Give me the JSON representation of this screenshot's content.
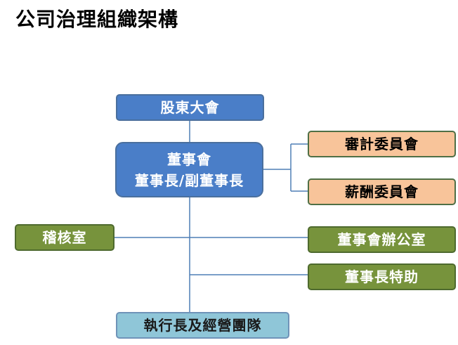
{
  "title": "公司治理組織架構",
  "colors": {
    "blue": "#4a7ec8",
    "light_blue": "#8fc6d8",
    "orange": "#f8c49a",
    "green": "#77933c",
    "connector": "#4f7fb5"
  },
  "nodes": {
    "shareholders": "股東大會",
    "board_line1": "董事會",
    "board_line2": "董事長/副董事長",
    "audit_committee": "審計委員會",
    "compensation_committee": "薪酬委員會",
    "internal_audit": "稽核室",
    "board_office": "董事會辦公室",
    "chairman_assistant": "董事長特助",
    "executive_team": "執行長及經營團隊"
  }
}
